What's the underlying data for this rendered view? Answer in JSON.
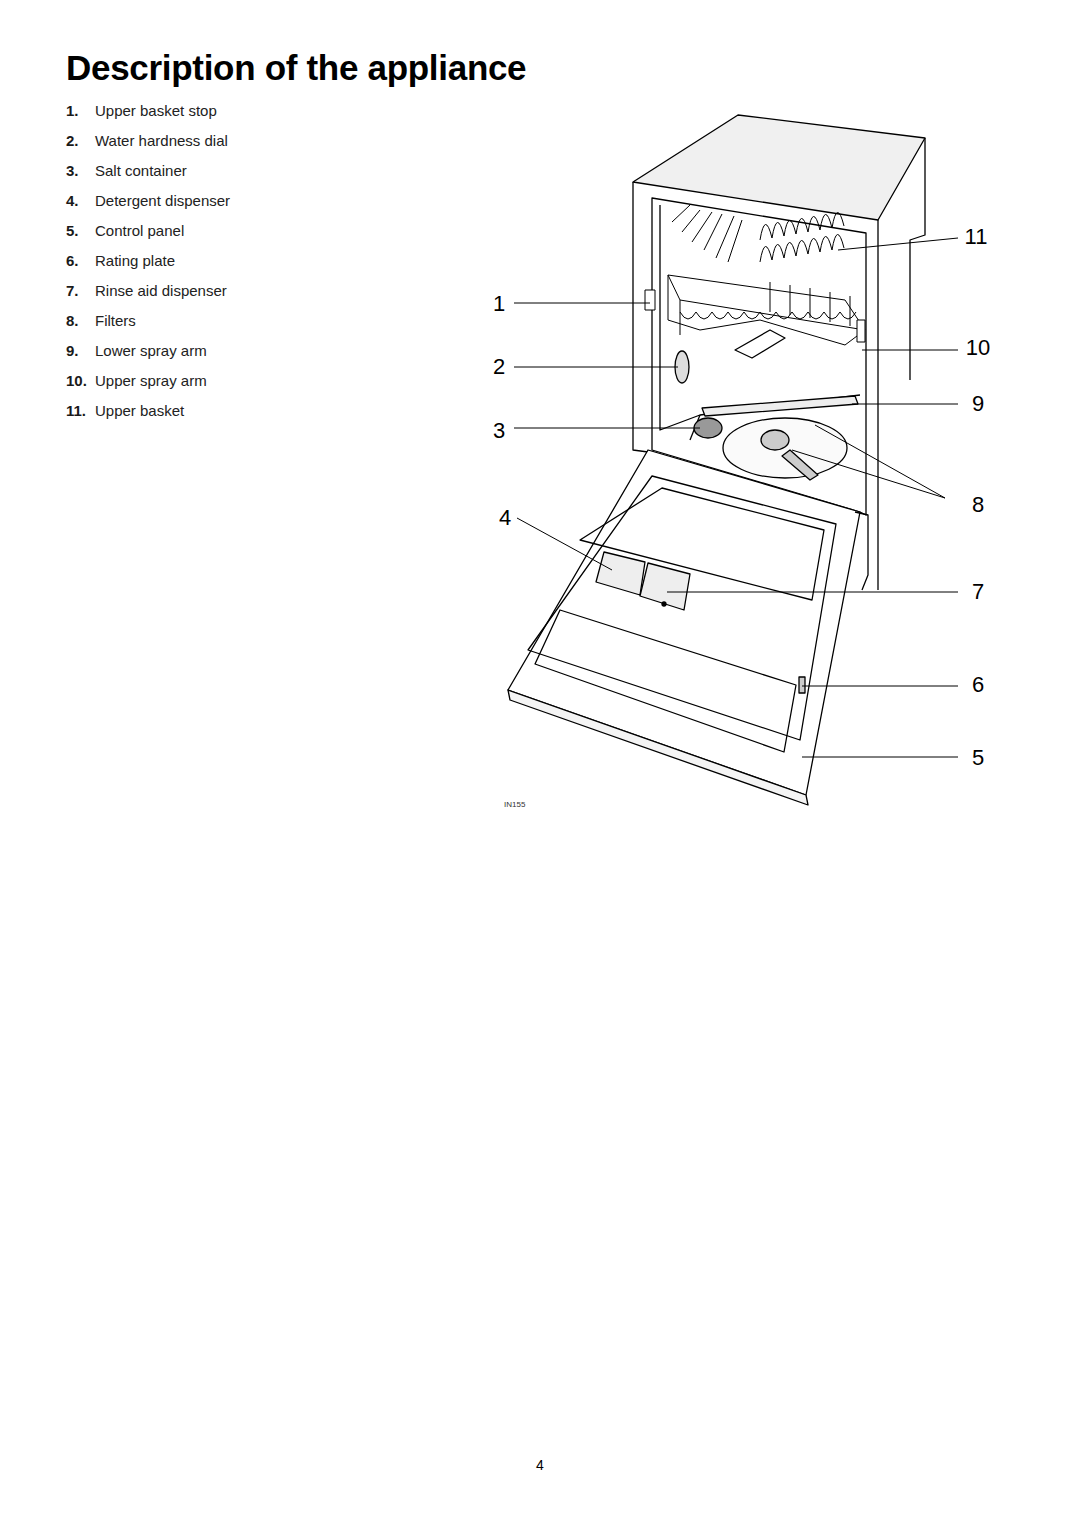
{
  "diagram": {
    "title": "Description of the appliance",
    "labels": [
      "1.",
      "Upper basket stop",
      "2.",
      "Water hardness dial",
      "3.",
      "Salt container",
      "4.",
      "Detergent dispenser",
      "5.",
      "Control panel",
      "6.",
      "Rating plate",
      "7.",
      "Rinse aid dispenser",
      "8.",
      "Filters",
      "9.",
      "Lower spray arm",
      "10.",
      "Upper spray arm",
      "11.",
      "Upper basket",
      "11",
      "1",
      "10",
      "2",
      "9",
      "3",
      "8",
      "4",
      "7",
      "6",
      "5",
      "IN155",
      "4"
    ]
  }
}
